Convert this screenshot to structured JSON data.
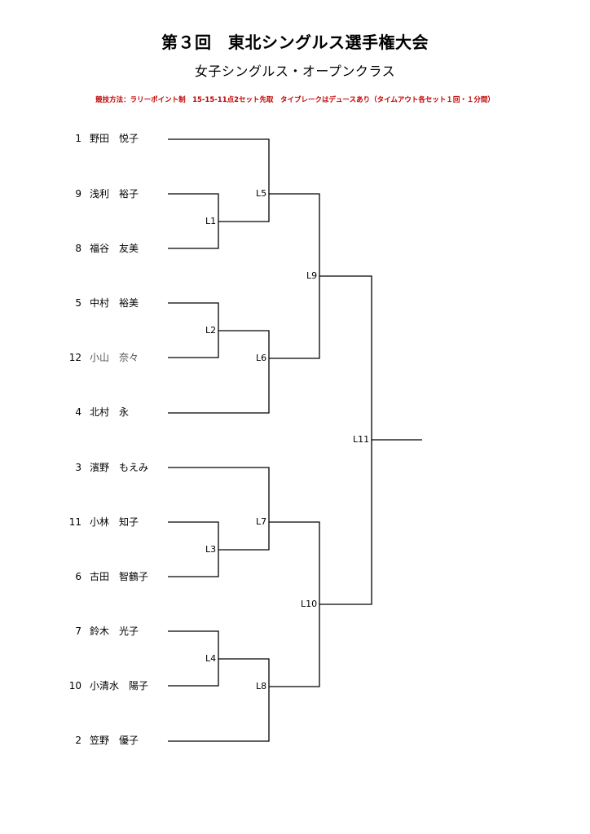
{
  "header": {
    "title": "第３回　東北シングルス選手権大会",
    "subtitle": "女子シングルス・オープンクラス",
    "rules": "競技方法：ラリーポイント制　15-15-11点2セット先取　タイブレークはデュースあり（タイムアウト各セット１回・１分間）"
  },
  "players": [
    {
      "seed": "1",
      "name": "野田　悦子"
    },
    {
      "seed": "9",
      "name": "浅利　裕子"
    },
    {
      "seed": "8",
      "name": "福谷　友美"
    },
    {
      "seed": "5",
      "name": "中村　裕美"
    },
    {
      "seed": "12",
      "name": "小山　奈々"
    },
    {
      "seed": "4",
      "name": "北村　永"
    },
    {
      "seed": "3",
      "name": "濱野　もえみ"
    },
    {
      "seed": "11",
      "name": "小林　知子"
    },
    {
      "seed": "6",
      "name": "古田　智鶴子"
    },
    {
      "seed": "7",
      "name": "鈴木　光子"
    },
    {
      "seed": "10",
      "name": "小清水　陽子"
    },
    {
      "seed": "2",
      "name": "笠野　優子"
    }
  ],
  "matches": {
    "L1": "L1",
    "L2": "L2",
    "L3": "L3",
    "L4": "L4",
    "L5": "L5",
    "L6": "L6",
    "L7": "L7",
    "L8": "L8",
    "L9": "L9",
    "L10": "L10",
    "L11": "L11"
  }
}
